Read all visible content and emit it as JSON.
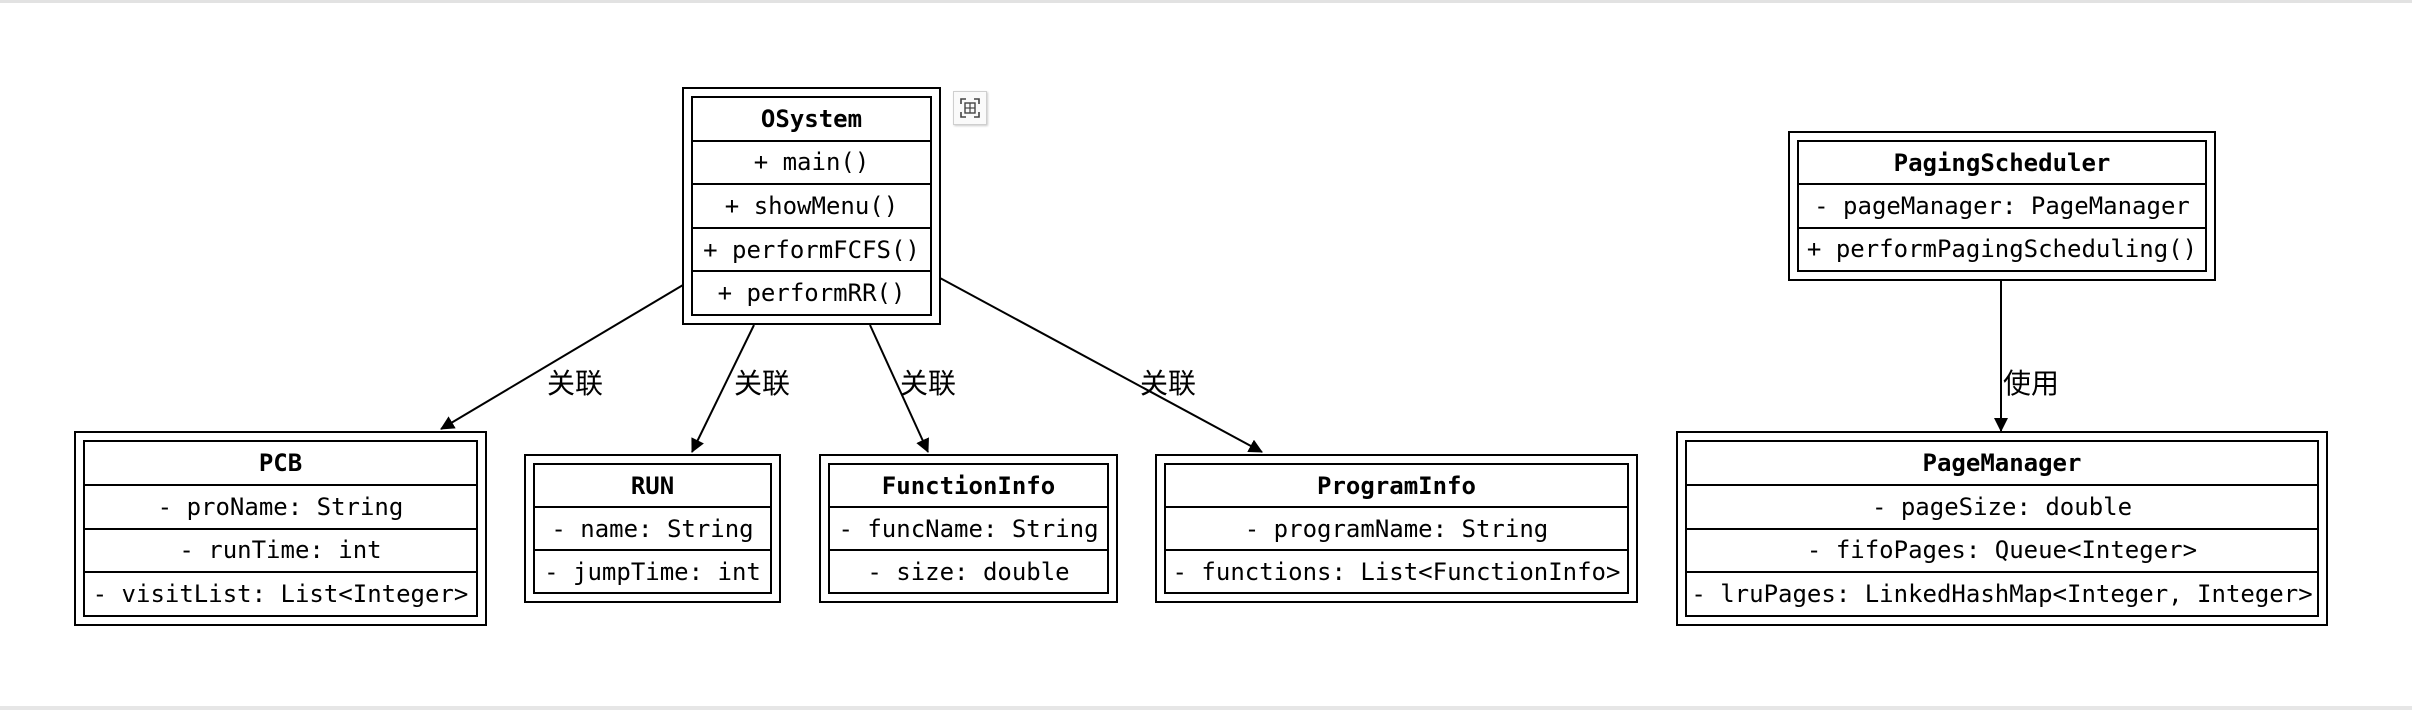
{
  "classes": {
    "osystem": {
      "name": "OSystem",
      "members": [
        "+ main()",
        "+ showMenu()",
        "+ performFCFS()",
        "+ performRR()"
      ]
    },
    "pcb": {
      "name": "PCB",
      "members": [
        "- proName: String",
        "- runTime: int",
        "- visitList: List<Integer>"
      ]
    },
    "run": {
      "name": "RUN",
      "members": [
        "- name: String",
        "- jumpTime: int"
      ]
    },
    "functioninfo": {
      "name": "FunctionInfo",
      "members": [
        "- funcName: String",
        "- size: double"
      ]
    },
    "programinfo": {
      "name": "ProgramInfo",
      "members": [
        "- programName: String",
        "- functions: List<FunctionInfo>"
      ]
    },
    "pagingscheduler": {
      "name": "PagingScheduler",
      "members": [
        "- pageManager: PageManager",
        "+ performPagingScheduling()"
      ]
    },
    "pagemanager": {
      "name": "PageManager",
      "members": [
        "- pageSize: double",
        "- fifoPages: Queue<Integer>",
        "- lruPages: LinkedHashMap<Integer, Integer>"
      ]
    }
  },
  "relations": {
    "osystem_pcb": "关联",
    "osystem_run": "关联",
    "osystem_functioninfo": "关联",
    "osystem_programinfo": "关联",
    "pagingscheduler_pagemanager": "使用"
  },
  "icons": {
    "expand": "expand-icon"
  }
}
